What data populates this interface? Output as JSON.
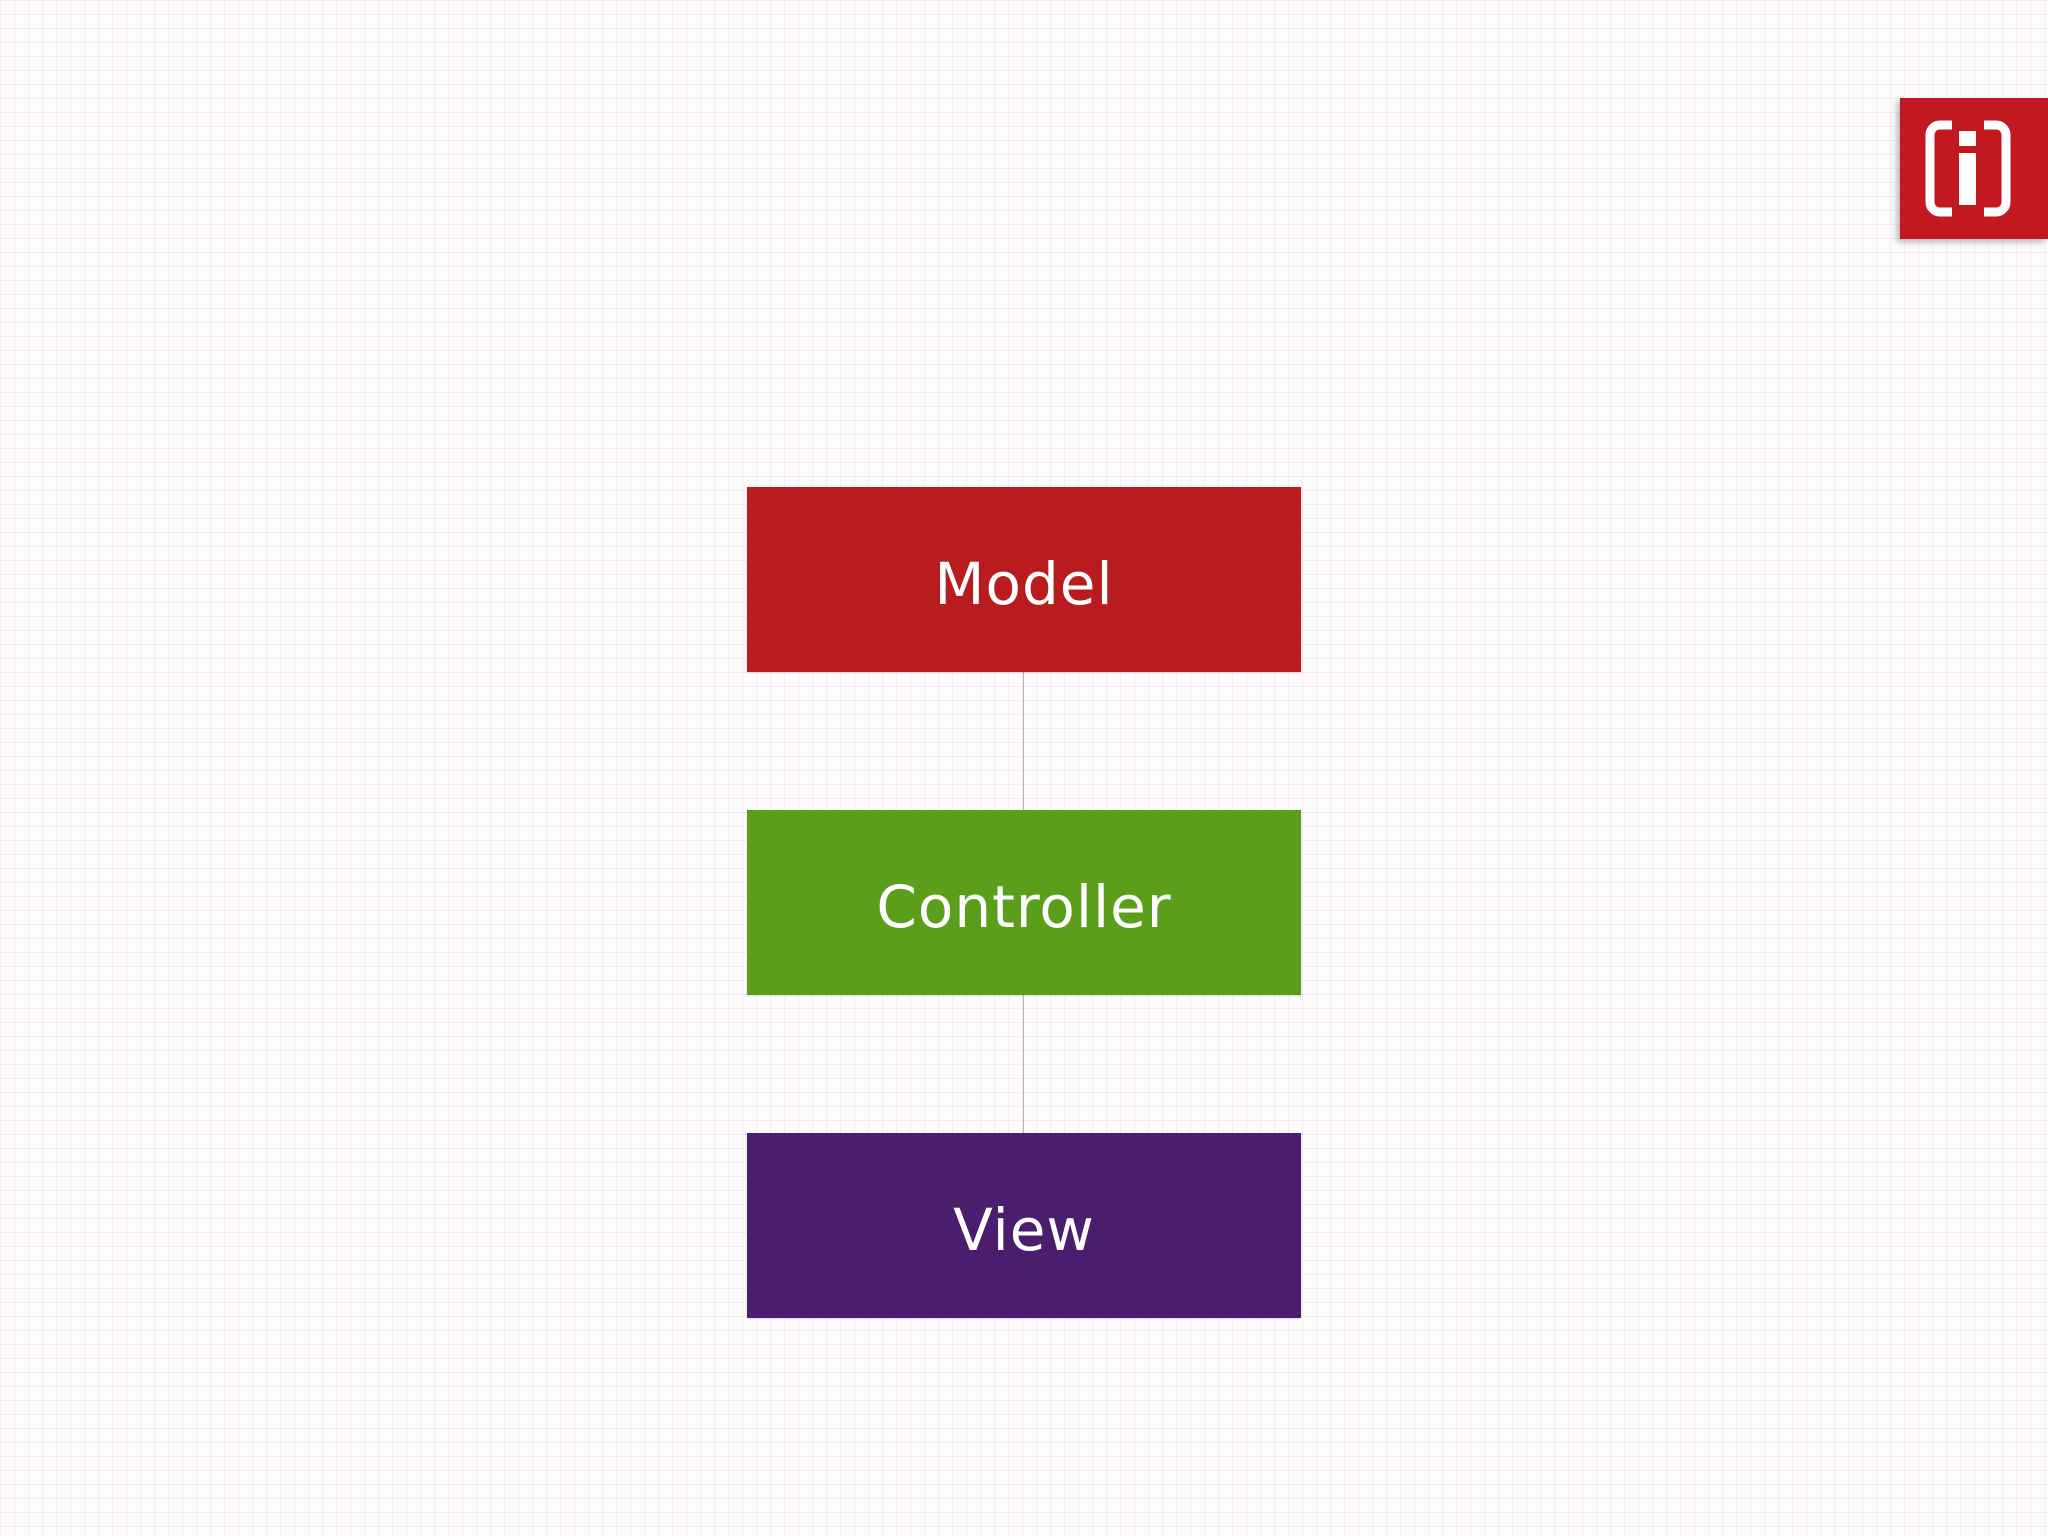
{
  "diagram": {
    "boxes": [
      {
        "label": "Model",
        "color": "#b81c1f"
      },
      {
        "label": "Controller",
        "color": "#5a9e1c"
      },
      {
        "label": "View",
        "color": "#4b1e6d"
      }
    ],
    "connector_color": "#b8b4b4"
  },
  "logo": {
    "icon": "info-i-logo-icon",
    "color": "#c2181f"
  }
}
